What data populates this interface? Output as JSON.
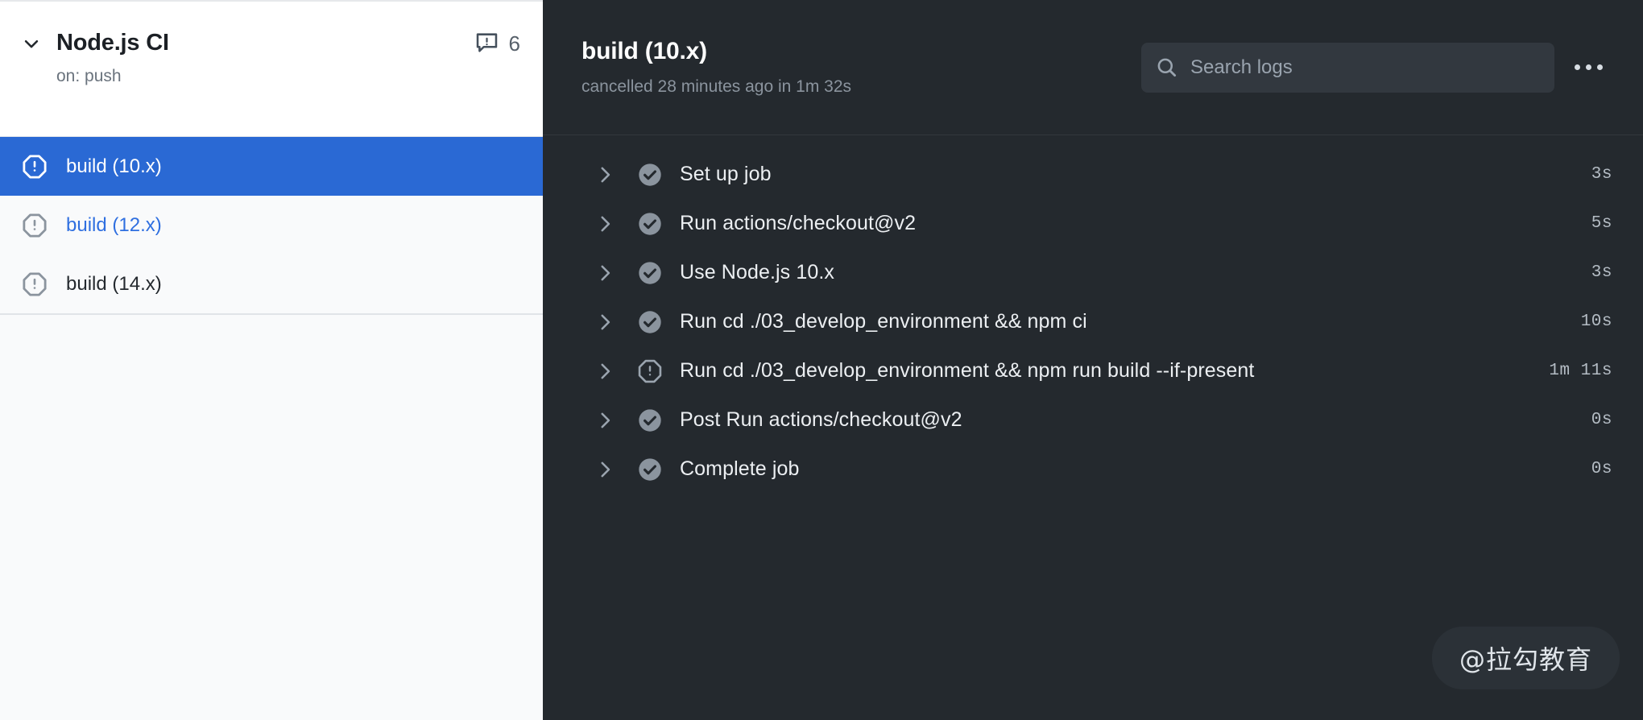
{
  "sidebar": {
    "workflow": {
      "title": "Node.js CI",
      "trigger": "on: push",
      "collapse_icon": "chevron-down-icon",
      "annotation_icon": "annotation-alert-icon",
      "annotation_count": "6"
    },
    "jobs": [
      {
        "name": "build (10.x)",
        "status": "cancelled",
        "status_icon": "octagon-alert-icon",
        "selected": true,
        "style": "selected"
      },
      {
        "name": "build (12.x)",
        "status": "cancelled",
        "status_icon": "octagon-alert-icon",
        "selected": false,
        "style": "link"
      },
      {
        "name": "build (14.x)",
        "status": "cancelled",
        "status_icon": "octagon-alert-icon",
        "selected": false,
        "style": "normal"
      }
    ]
  },
  "main": {
    "job_title": "build (10.x)",
    "job_meta": "cancelled 28 minutes ago in 1m 32s",
    "search": {
      "placeholder": "Search logs",
      "value": "",
      "icon": "search-icon"
    },
    "overflow_menu": {
      "label": "...",
      "icon": "kebab-horizontal-icon"
    },
    "steps": [
      {
        "name": "Set up job",
        "status": "success",
        "status_icon": "check-circle-icon",
        "duration": "3s",
        "expand_icon": "chevron-right-icon"
      },
      {
        "name": "Run actions/checkout@v2",
        "status": "success",
        "status_icon": "check-circle-icon",
        "duration": "5s",
        "expand_icon": "chevron-right-icon"
      },
      {
        "name": "Use Node.js 10.x",
        "status": "success",
        "status_icon": "check-circle-icon",
        "duration": "3s",
        "expand_icon": "chevron-right-icon"
      },
      {
        "name": "Run cd ./03_develop_environment && npm ci",
        "status": "success",
        "status_icon": "check-circle-icon",
        "duration": "10s",
        "expand_icon": "chevron-right-icon"
      },
      {
        "name": "Run cd ./03_develop_environment && npm run build --if-present",
        "status": "cancelled",
        "status_icon": "octagon-alert-icon",
        "duration": "1m 11s",
        "expand_icon": "chevron-right-icon"
      },
      {
        "name": "Post Run actions/checkout@v2",
        "status": "success",
        "status_icon": "check-circle-icon",
        "duration": "0s",
        "expand_icon": "chevron-right-icon"
      },
      {
        "name": "Complete job",
        "status": "success",
        "status_icon": "check-circle-icon",
        "duration": "0s",
        "expand_icon": "chevron-right-icon"
      }
    ]
  },
  "watermark": {
    "text": "@拉勾教育"
  },
  "colors": {
    "accent_selected": "#2a69d4",
    "link": "#2f6fe0",
    "log_bg": "#24292e",
    "sidebar_bg": "#f9fafb",
    "header_bg": "#ffffff",
    "search_bg": "#32383f",
    "status_muted": "#8b949e"
  }
}
